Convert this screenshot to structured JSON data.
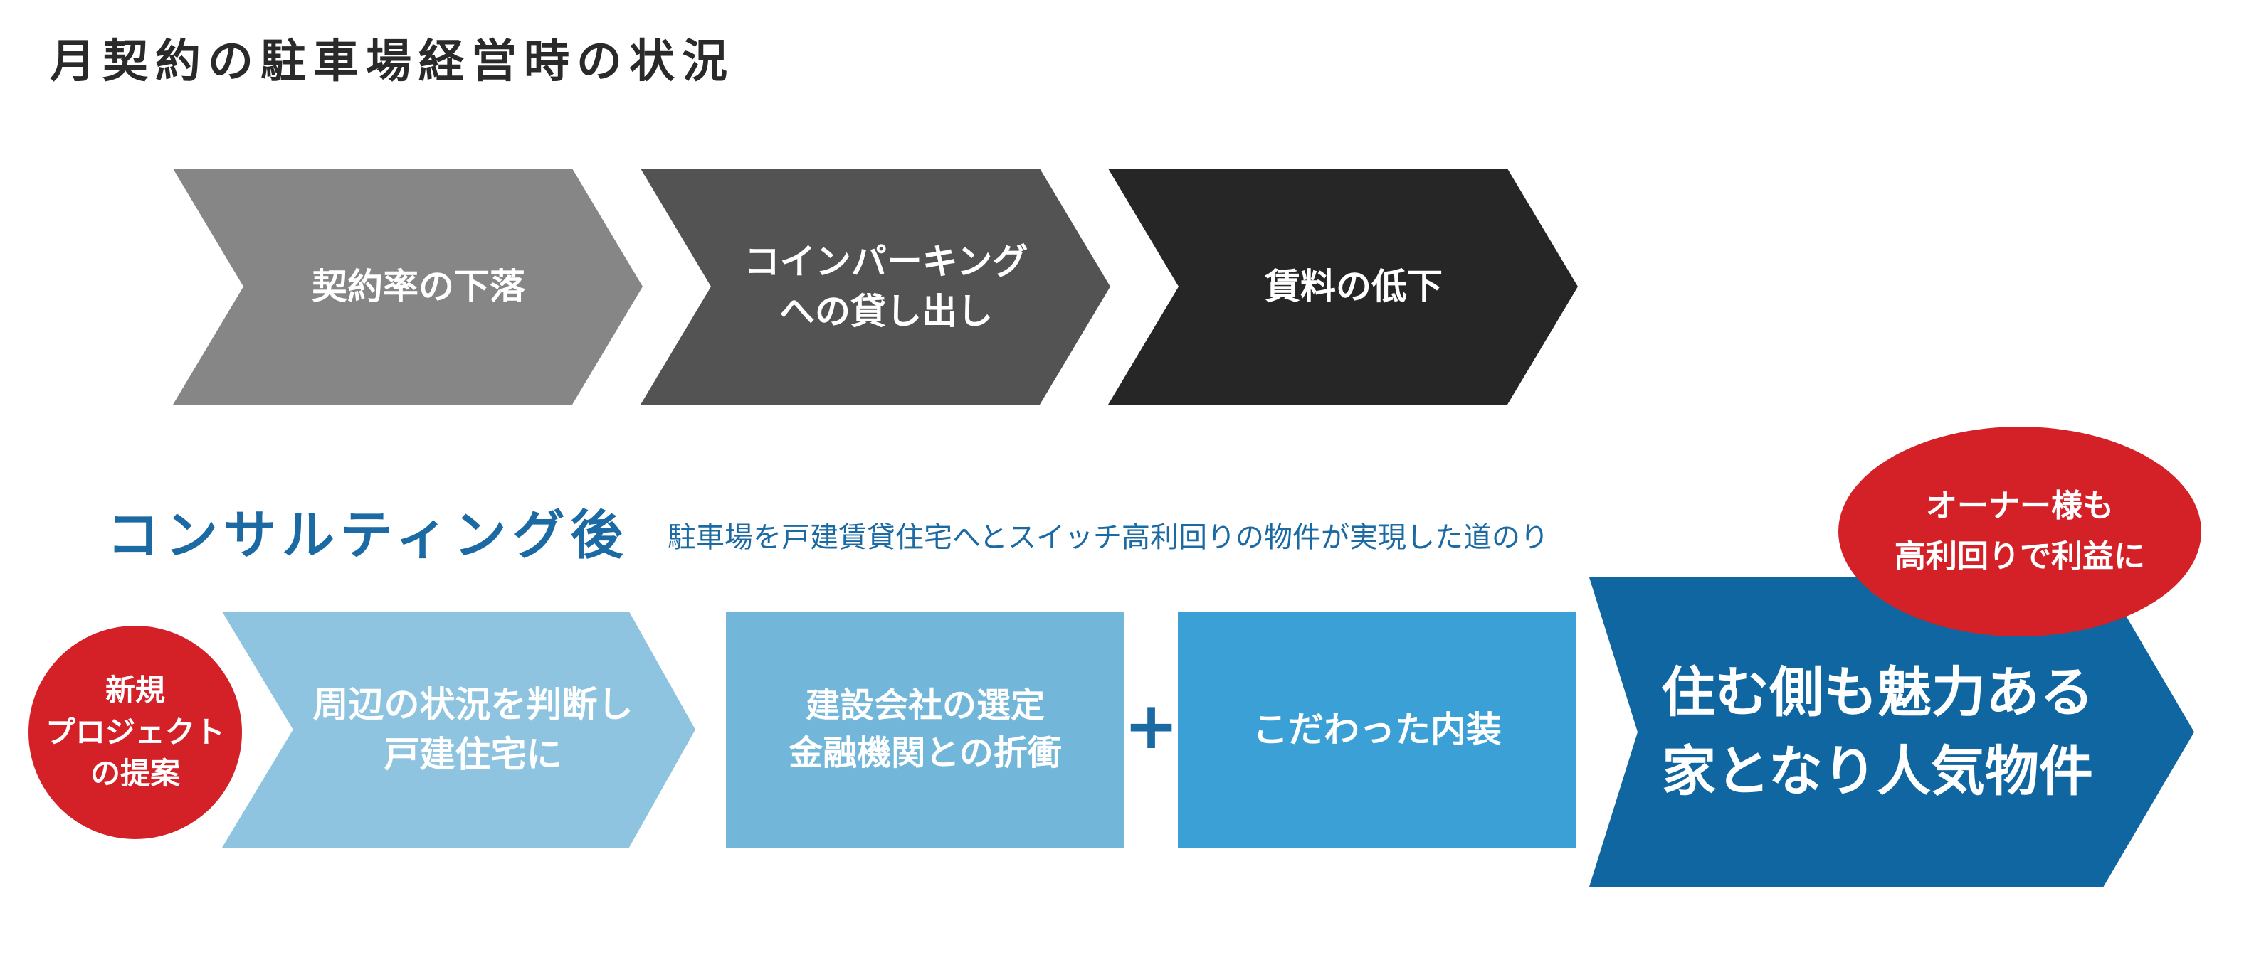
{
  "title": "月契約の駐車場経営時の状況",
  "before_steps": [
    {
      "label": "契約率の下落"
    },
    {
      "label": "コインパーキング\nへの貸し出し"
    },
    {
      "label": "賃料の低下"
    }
  ],
  "after": {
    "heading": "コンサルティング後",
    "subheading": "駐車場を戸建賃貸住宅へとスイッチ高利回りの物件が実現した道のり",
    "badge_start": "新規\nプロジェクト\nの提案",
    "steps": [
      {
        "label": "周辺の状況を判断し\n戸建住宅に"
      },
      {
        "label": "建設会社の選定\n金融機関との折衝"
      },
      {
        "label": "こだわった内装"
      }
    ],
    "plus": "+",
    "result": "住む側も魅力ある\n家となり人気物件",
    "badge_end": "オーナー様も\n高利回りで利益に"
  },
  "colors": {
    "step1": "#868686",
    "step2": "#535353",
    "step3": "#262626",
    "blue_light": "#8ec4e0",
    "blue_mid": "#72b6da",
    "blue_bright": "#3aa0d6",
    "blue_dark": "#1066a1",
    "accent_red": "#d42128",
    "heading_blue": "#1b6aa3"
  }
}
